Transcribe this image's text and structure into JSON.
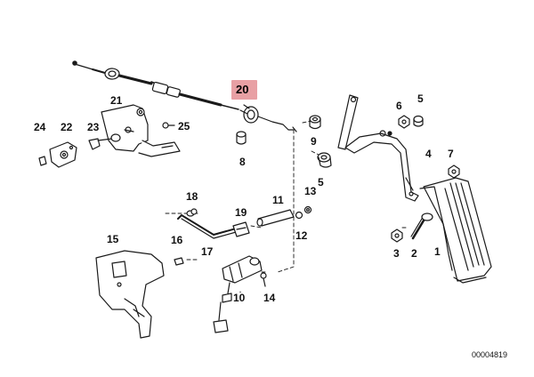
{
  "colors": {
    "line": "#1a1a1a",
    "highlight": "#e8a0a4",
    "highlight_text": "#111111"
  },
  "highlighted_part": "20",
  "labels": {
    "p1": "1",
    "p2": "2",
    "p3": "3",
    "p4": "4",
    "p5a": "5",
    "p5b": "5",
    "p6": "6",
    "p7": "7",
    "p8": "8",
    "p9": "9",
    "p11": "11",
    "p12": "12",
    "p13": "13",
    "p14": "14",
    "p15": "15",
    "p16": "16",
    "p17": "17",
    "p18": "18",
    "p19": "19",
    "p20": "20",
    "p21": "21",
    "p22": "22",
    "p23": "23",
    "p24": "24",
    "p25": "25"
  },
  "reference_number": "00004819"
}
